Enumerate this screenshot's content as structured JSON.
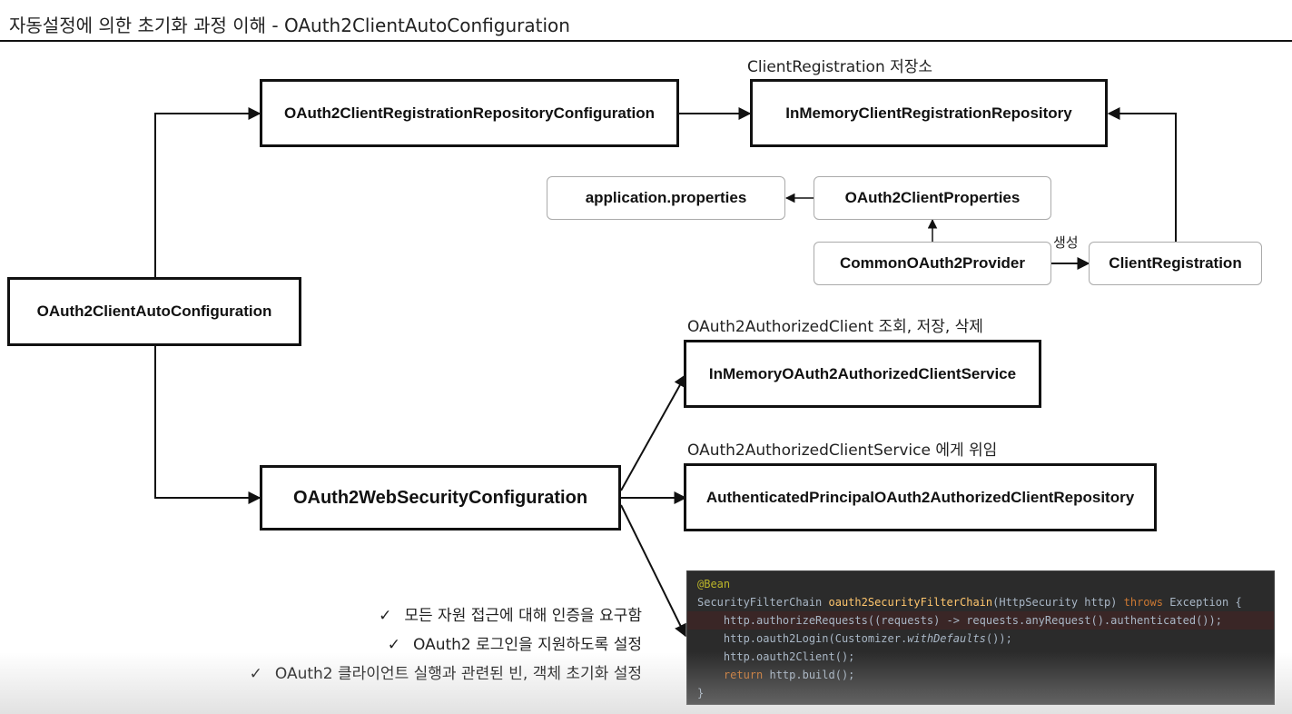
{
  "title": "자동설정에 의한 초기화 과정 이해 - OAuth2ClientAutoConfiguration",
  "boxes": {
    "auto_config": "OAuth2ClientAutoConfiguration",
    "reg_repo_config": "OAuth2ClientRegistrationRepositoryConfiguration",
    "inmemory_reg_repo": "InMemoryClientRegistrationRepository",
    "app_properties": "application.properties",
    "client_properties": "OAuth2ClientProperties",
    "common_provider": "CommonOAuth2Provider",
    "client_registration": "ClientRegistration",
    "web_security_config": "OAuth2WebSecurityConfiguration",
    "inmemory_authorized_service": "InMemoryOAuth2AuthorizedClientService",
    "authenticated_principal_repo": "AuthenticatedPrincipalOAuth2AuthorizedClientRepository"
  },
  "notes": {
    "registration_store": "ClientRegistration 저장소",
    "create": "생성",
    "authorized_crud": "OAuth2AuthorizedClient 조회, 저장, 삭제",
    "delegate": "OAuth2AuthorizedClientService 에게 위임"
  },
  "checklist": [
    "모든 자원 접근에 대해 인증을 요구함",
    "OAuth2 로그인을 지원하도록 설정",
    "OAuth2 클라이언트 실행과 관련된 빈, 객체 초기화 설정"
  ],
  "check_mark": "✓",
  "code": {
    "annotation": "@Bean",
    "l2_a": "SecurityFilterChain ",
    "l2_fn": "oauth2SecurityFilterChain",
    "l2_b": "(HttpSecurity http) ",
    "l2_kw": "throws",
    "l2_c": " Exception {",
    "l3": "    http.authorizeRequests((requests) -> requests.anyRequest().authenticated());",
    "l4_a": "    http.oauth2Login(Customizer.",
    "l4_it": "withDefaults",
    "l4_b": "());",
    "l5": "    http.oauth2Client();",
    "l6_kw": "    return",
    "l6_b": " http.build();",
    "l7": "}"
  },
  "colors": {
    "code_bg": "#2b2b2b",
    "code_text": "#a9b7c6",
    "code_keyword": "#cc7832",
    "code_function": "#ffc66d",
    "code_annotation": "#bbb529"
  }
}
